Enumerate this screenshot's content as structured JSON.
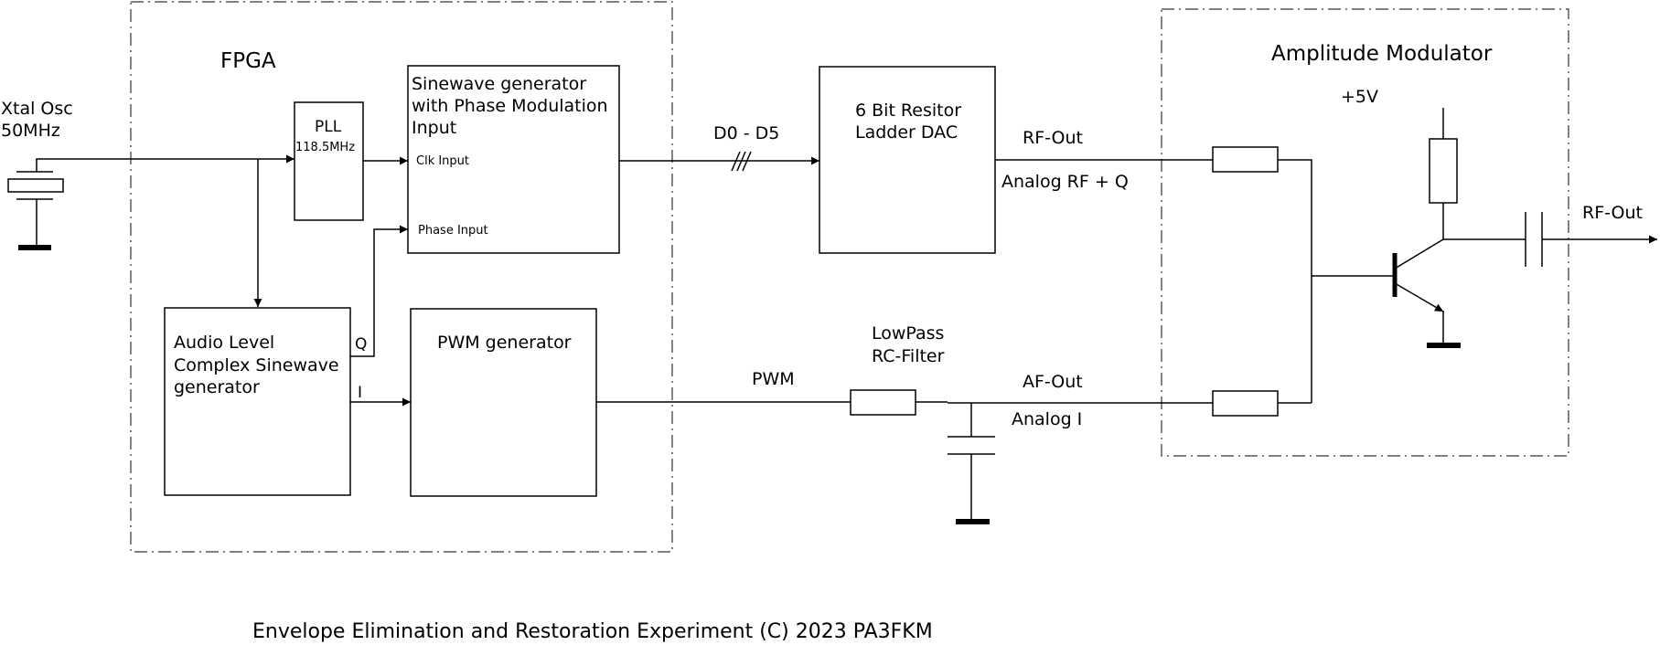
{
  "fpga": {
    "title": "FPGA"
  },
  "amp_mod": {
    "title": "Amplitude Modulator",
    "supply": "+5V"
  },
  "xtal": {
    "line1": "Xtal Osc",
    "line2": "50MHz"
  },
  "pll": {
    "label": "PLL",
    "freq": "118.5MHz"
  },
  "sine_gen": {
    "line1": "Sinewave generator",
    "line2": "with Phase Modulation",
    "line3": "Input",
    "clk_port": "Clk Input",
    "phase_port": "Phase Input"
  },
  "audio_gen": {
    "line1": "Audio Level",
    "line2": "Complex Sinewave",
    "line3": "generator",
    "q_label": "Q",
    "i_label": "I"
  },
  "pwm_gen": {
    "label": "PWM generator"
  },
  "dac": {
    "line1": "6 Bit Resitor",
    "line2": "Ladder DAC"
  },
  "signals": {
    "bus": "D0 - D5",
    "rf_out_dac": "RF-Out",
    "analog_rf": "Analog RF + Q",
    "pwm": "PWM",
    "af_out": "AF-Out",
    "analog_i": "Analog I",
    "rf_out_final": "RF-Out"
  },
  "filter": {
    "line1": "LowPass",
    "line2": "RC-Filter"
  },
  "caption": "Envelope Elimination and Restoration Experiment (C) 2023 PA3FKM"
}
